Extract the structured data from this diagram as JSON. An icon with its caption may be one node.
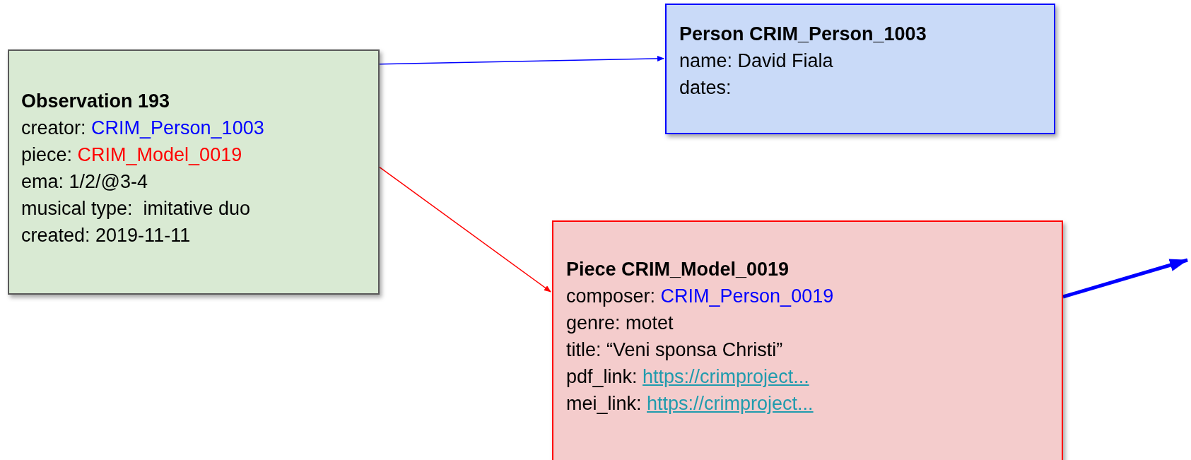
{
  "diagram": {
    "nodes": [
      {
        "text": [
          "Observation 193",
          "creator: CRIM_Person_1003",
          "piece: CRIM_Model_0019",
          "ema: 1/2/@3-4",
          "musical type:  imitative duo",
          "created: 2019-11-11"
        ]
      },
      {
        "text": [
          "Person CRIM_Person_1003",
          "name: David Fiala",
          "dates:"
        ]
      },
      {
        "text": [
          "Piece CRIM_Model_0019",
          "composer: CRIM_Person_0019",
          "genre: motet",
          "title: “Veni sponsa Christi”",
          "pdf_link: https://crimproject...",
          "mei_link: https://crimproject..."
        ]
      }
    ],
    "edges": [
      {
        "from": 0,
        "to": 1,
        "arrow": "to",
        "color": "#0000ff"
      },
      {
        "from": 0,
        "to": 2,
        "arrow": "to",
        "color": "#ff0000"
      },
      {
        "from": 2,
        "to": null,
        "arrow": "to",
        "style": "thick",
        "color": "#0000ff"
      }
    ]
  }
}
